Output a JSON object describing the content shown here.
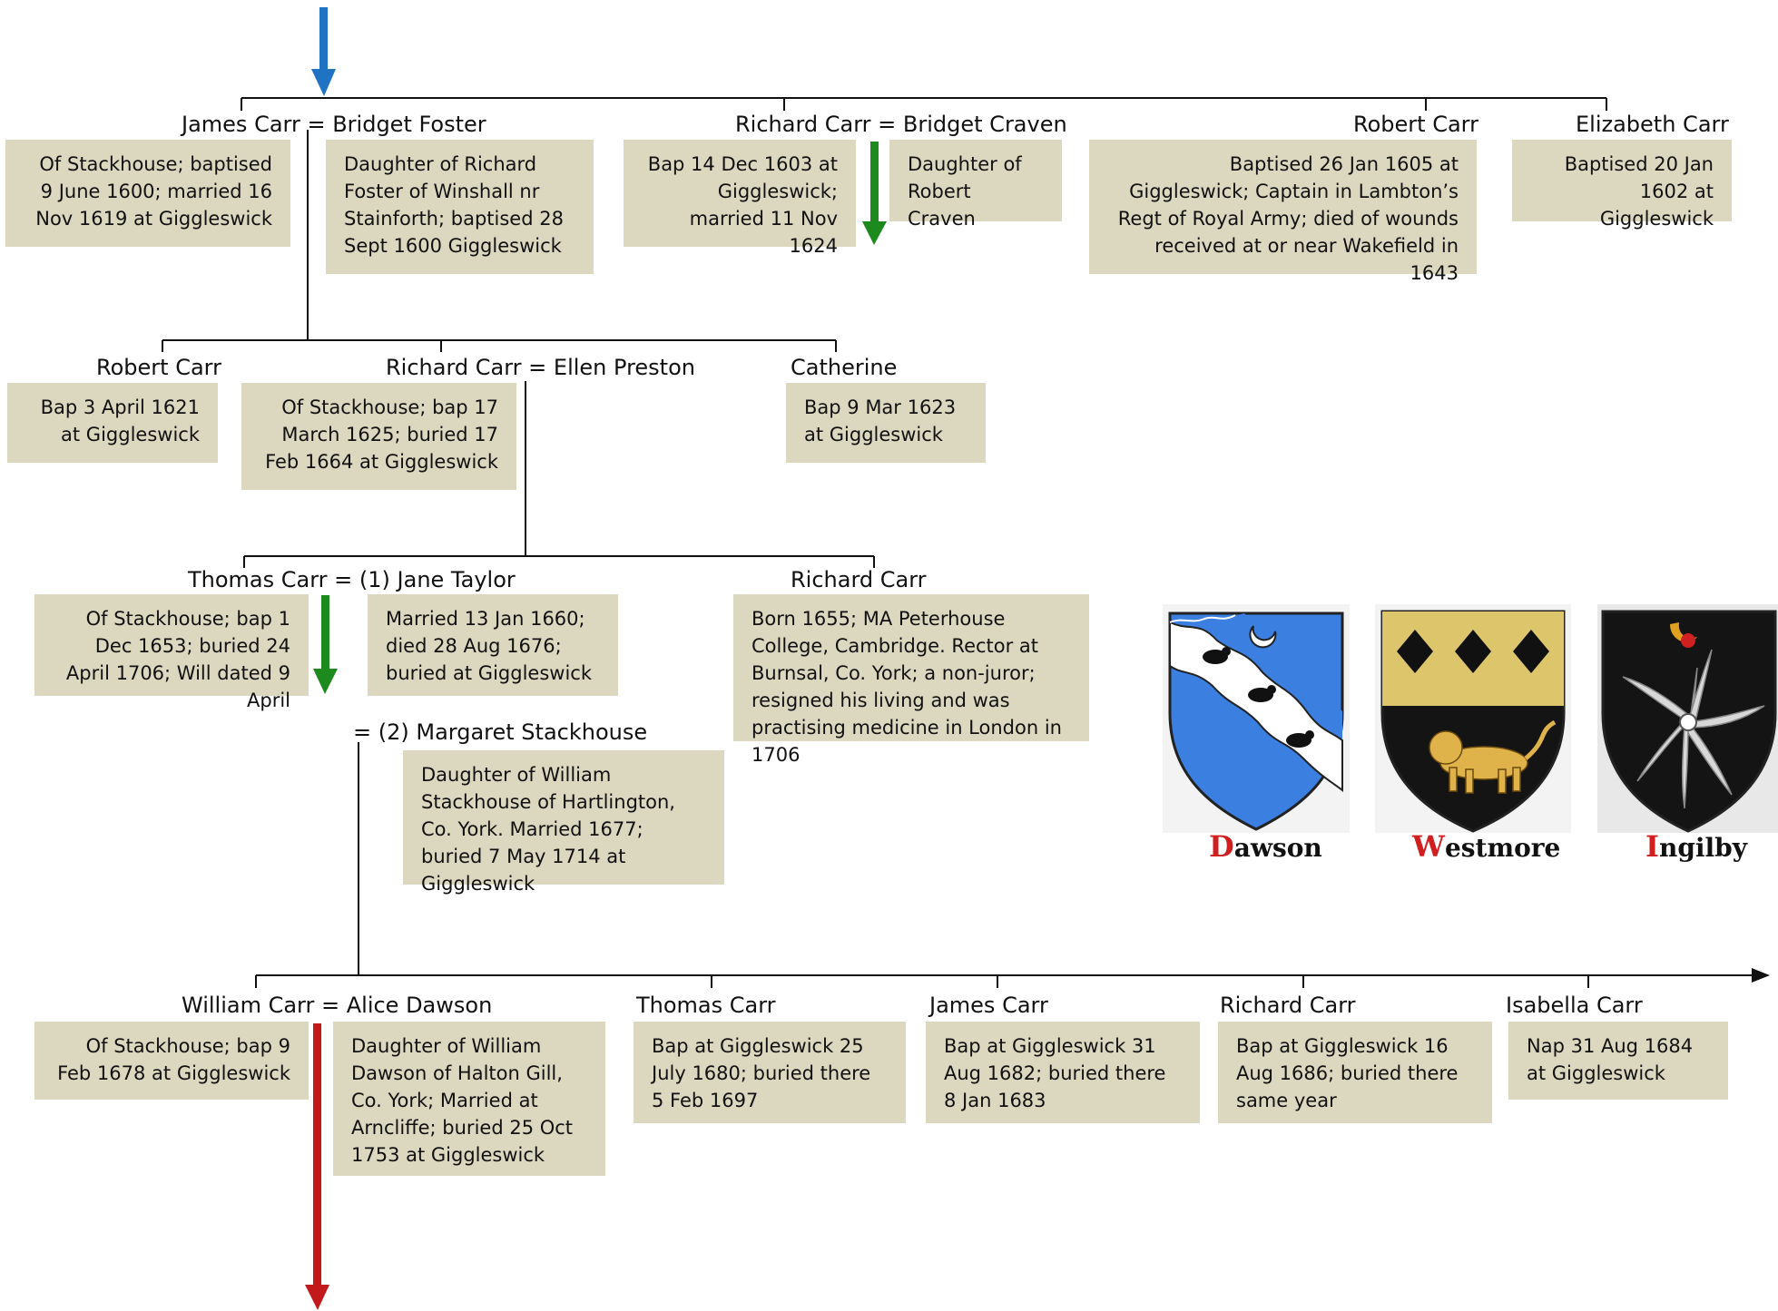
{
  "generation1": {
    "james": {
      "name": "James Carr = Bridget Foster",
      "note_james": "Of Stackhouse; baptised 9 June 1600; married 16 Nov 1619 at Giggleswick",
      "note_bridget": "Daughter of Richard Foster of Winshall nr Stainforth; baptised 28 Sept 1600 Giggleswick"
    },
    "richard": {
      "name": "Richard Carr = Bridget Craven",
      "note_richard": "Bap 14 Dec 1603 at Giggleswick; married 11 Nov 1624",
      "note_bridget": "Daughter of Robert Craven"
    },
    "robert": {
      "name": "Robert Carr",
      "note": "Baptised 26 Jan 1605 at Giggleswick; Captain in Lambton’s Regt of Royal Army; died of wounds received at or near Wakefield in 1643"
    },
    "elizabeth": {
      "name": "Elizabeth Carr",
      "note": "Baptised 20 Jan 1602 at Giggleswick"
    }
  },
  "generation2": {
    "robert": {
      "name": "Robert Carr",
      "note": "Bap 3 April 1621 at Giggleswick"
    },
    "richard": {
      "name": "Richard Carr = Ellen Preston",
      "note": "Of Stackhouse; bap 17 March 1625; buried 17 Feb 1664 at Giggleswick"
    },
    "catherine": {
      "name": "Catherine",
      "note": "Bap 9 Mar 1623 at Giggleswick"
    }
  },
  "generation3": {
    "thomas": {
      "name": "Thomas Carr = (1) Jane Taylor",
      "note_thomas": "Of Stackhouse; bap 1 Dec 1653; buried 24 April 1706; Will dated 9 April",
      "note_jane": "Married 13 Jan 1660; died 28 Aug 1676; buried at Giggleswick",
      "second_wife_name": "= (2) Margaret Stackhouse",
      "note_margaret": "Daughter of William Stackhouse of Hartlington, Co. York. Married 1677; buried 7 May 1714 at Giggleswick"
    },
    "richard": {
      "name": "Richard Carr",
      "note": "Born 1655; MA Peterhouse College, Cambridge. Rector at Burnsal, Co. York; a non-juror; resigned his living and was practising medicine in London in 1706"
    }
  },
  "generation4": {
    "william": {
      "name": "William Carr = Alice Dawson",
      "note_william": "Of Stackhouse; bap 9 Feb 1678 at Giggleswick",
      "note_alice": "Daughter of William Dawson of Halton Gill, Co. York; Married at Arncliffe; buried 25 Oct 1753 at Giggleswick"
    },
    "thomas": {
      "name": "Thomas Carr",
      "note": "Bap at Giggleswick 25 July 1680; buried there 5 Feb 1697"
    },
    "james": {
      "name": "James Carr",
      "note": "Bap at Giggleswick 31 Aug 1682; buried there 8 Jan 1683"
    },
    "richard": {
      "name": "Richard Carr",
      "note": "Bap at Giggleswick 16 Aug 1686; buried there same year"
    },
    "isabella": {
      "name": "Isabella Carr",
      "note": "Nap 31 Aug 1684 at Giggleswick"
    }
  },
  "arms": [
    {
      "initial": "D",
      "rest": "awson",
      "icon": "dawson-shield-icon"
    },
    {
      "initial": "W",
      "rest": "estmore",
      "icon": "westmore-shield-icon"
    },
    {
      "initial": "I",
      "rest": "ngilby",
      "icon": "ingilby-shield-icon"
    }
  ],
  "colors": {
    "box_fill": "#dcd8c0",
    "arrow_blue": "#1f73c2",
    "arrow_green": "#1d8a1d",
    "arrow_red": "#c21a1a",
    "initial_red": "#d11f1f"
  }
}
